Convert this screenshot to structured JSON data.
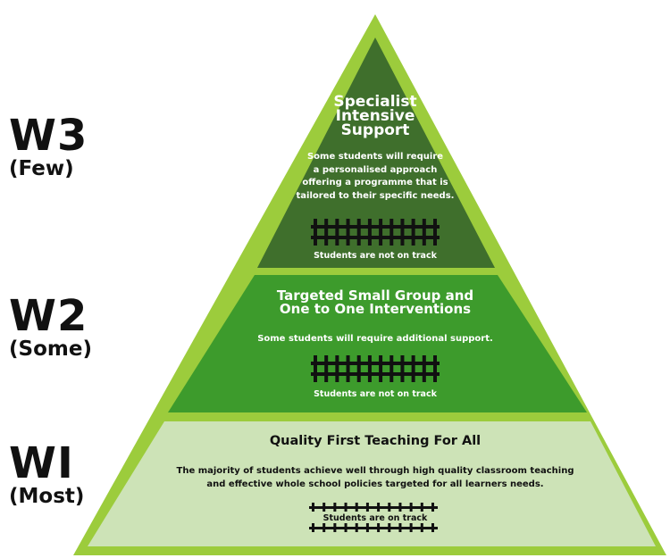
{
  "waves": [
    {
      "code": "W3",
      "qualifier": "(Few)"
    },
    {
      "code": "W2",
      "qualifier": "(Some)"
    },
    {
      "code": "WI",
      "qualifier": "(Most)"
    }
  ],
  "tiers": {
    "specialist": {
      "title_lines": [
        "Specialist",
        "Intensive",
        "Support"
      ],
      "description_lines": [
        "Some students will require",
        "a personalised approach",
        "offering a programme that is",
        "tailored to their specific needs."
      ],
      "track_status": "Students are not on track"
    },
    "targeted": {
      "title_lines": [
        "Targeted Small Group and",
        "One to One Interventions"
      ],
      "description": "Some students will require additional support.",
      "track_status": "Students are not on track"
    },
    "universal": {
      "title": "Quality First Teaching For All",
      "description_lines": [
        "The majority of students achieve well through high quality classroom teaching",
        "and effective whole school policies targeted for all learners needs."
      ],
      "track_status": "Students are on track"
    }
  },
  "colors": {
    "outline": "#9ccc3c",
    "tier_top": "#3f6f2c",
    "tier_middle": "#3d9b2c",
    "tier_bottom": "#cde3b7",
    "track": "#111111"
  },
  "icons": [
    "broken-track-icon",
    "broken-track-icon",
    "straight-track-icon"
  ]
}
